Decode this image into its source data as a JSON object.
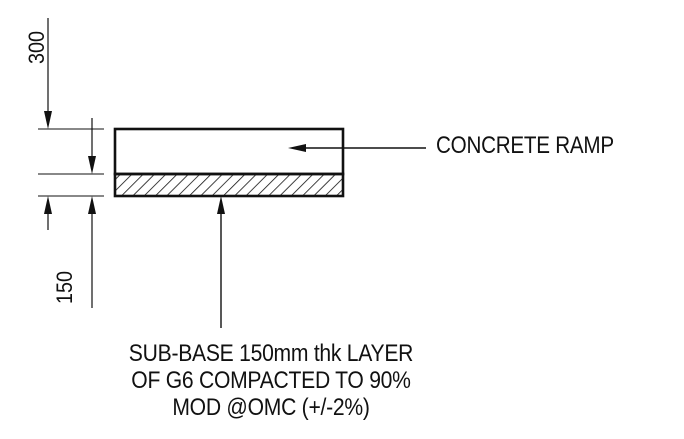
{
  "labels": {
    "concrete": "CONCRETE RAMP",
    "subbase_lines": [
      "SUB-BASE 150mm thk LAYER",
      "OF G6 COMPACTED TO 90%",
      "MOD @OMC (+/-2%)"
    ]
  },
  "dimensions": {
    "top": "300",
    "bottom": "150"
  },
  "colors": {
    "ink": "#111111",
    "background": "#ffffff"
  }
}
